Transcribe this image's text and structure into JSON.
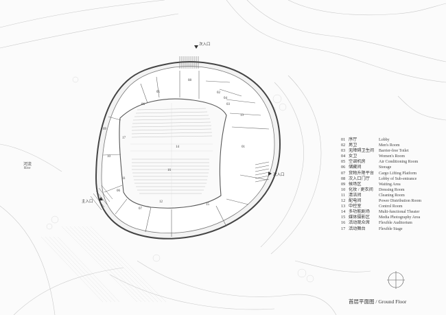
{
  "legend": [
    {
      "num": "01",
      "cn": "序厅",
      "en": "Lobby"
    },
    {
      "num": "02",
      "cn": "男卫",
      "en": "Men's Room"
    },
    {
      "num": "03",
      "cn": "无障碍卫生间",
      "en": "Barrier-free Toilet"
    },
    {
      "num": "04",
      "cn": "女卫",
      "en": "Women's Room"
    },
    {
      "num": "05",
      "cn": "空调机房",
      "en": "Air Conditioning Room"
    },
    {
      "num": "06",
      "cn": "储藏间",
      "en": "Storage"
    },
    {
      "num": "07",
      "cn": "货物升降平台",
      "en": "Cargo Lifting Platform"
    },
    {
      "num": "08",
      "cn": "次入口门厅",
      "en": "Lobby of Sub-entrance"
    },
    {
      "num": "09",
      "cn": "候场区",
      "en": "Waiting Area"
    },
    {
      "num": "10",
      "cn": "化妆 / 更衣间",
      "en": "Dressing Room"
    },
    {
      "num": "11",
      "cn": "清洁间",
      "en": "Cleaning Room"
    },
    {
      "num": "12",
      "cn": "配电间",
      "en": "Power Distribution Room"
    },
    {
      "num": "13",
      "cn": "中控室",
      "en": "Control Room"
    },
    {
      "num": "14",
      "cn": "多功能剧场",
      "en": "Multi-functional Theater"
    },
    {
      "num": "15",
      "cn": "媒体摄影区",
      "en": "Media Photography Area"
    },
    {
      "num": "16",
      "cn": "活动观众席",
      "en": "Flexible Auditorium"
    },
    {
      "num": "17",
      "cn": "活动舞台",
      "en": "Flexible Stage"
    }
  ],
  "caption": "首层平面图 / Ground Floor",
  "river_cn": "河流",
  "river_en": "Rive",
  "entries": {
    "top": "次入口",
    "right": "次入口",
    "left": "主入口"
  },
  "room_tags": {
    "r01": "01",
    "r02": "02",
    "r03": "03",
    "r04": "04",
    "r05": "05",
    "r06a": "06",
    "r06b": "06",
    "r07": "07",
    "r08": "08",
    "r09": "09",
    "r10": "10",
    "r11": "11",
    "r12": "12",
    "r13": "13",
    "r14": "14",
    "r15": "15",
    "r16": "16",
    "r17": "17"
  }
}
